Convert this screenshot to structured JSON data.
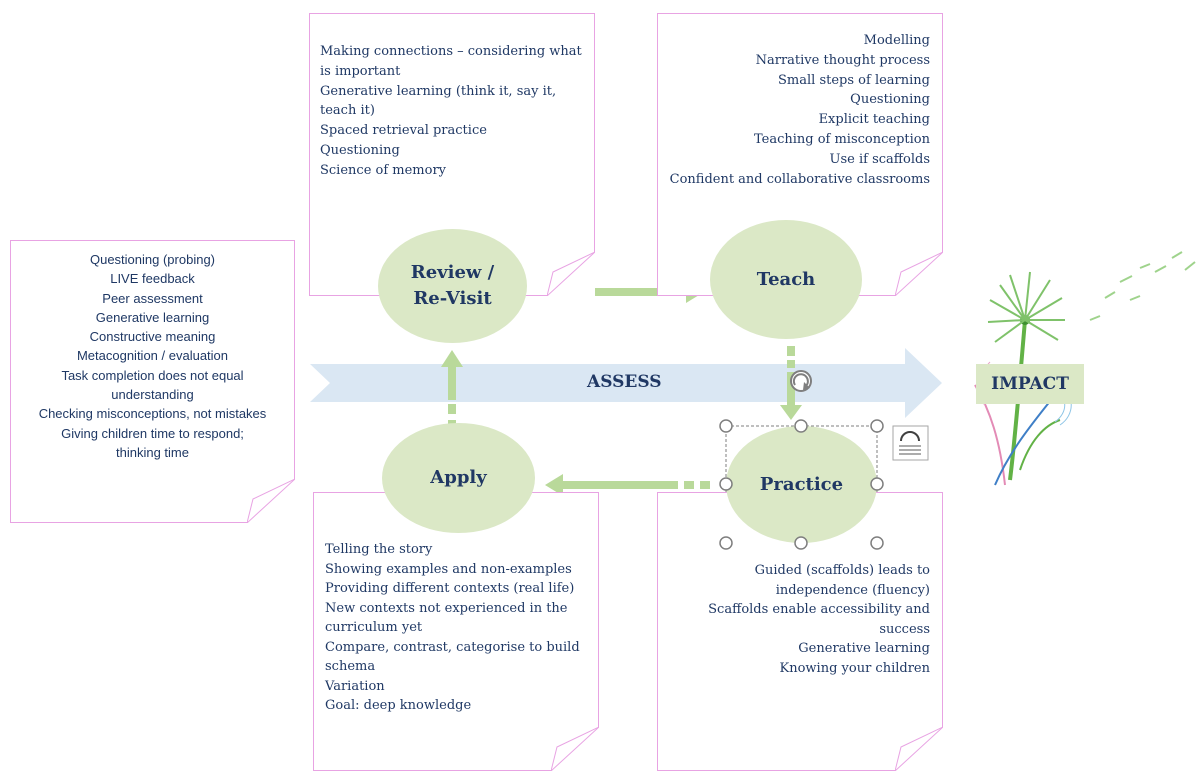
{
  "colors": {
    "note_border": "#e8a3e3",
    "ellipse_fill": "#dbe8c6",
    "arrow_green": "#b9d99a",
    "assess_arrow": "#dae7f3",
    "text_navy": "#1f3864"
  },
  "notes": {
    "left": {
      "lines": [
        "Questioning (probing)",
        "LIVE feedback",
        "Peer assessment",
        "Generative learning",
        "Constructive meaning",
        "Metacognition / evaluation",
        "Task completion does not equal",
        "understanding",
        "Checking misconceptions, not mistakes",
        "Giving children time to respond;",
        "thinking time"
      ]
    },
    "review": {
      "lines": [
        "Making connections – considering what",
        "is important",
        "Generative learning (think it, say it,",
        "teach it)",
        "Spaced retrieval practice",
        "Questioning",
        "Science of memory"
      ]
    },
    "teach": {
      "lines": [
        "Modelling",
        "Narrative thought process",
        "Small steps of learning",
        "Questioning",
        "Explicit teaching",
        "Teaching of misconception",
        "Use if scaffolds",
        "Confident and collaborative classrooms"
      ]
    },
    "apply": {
      "lines": [
        "Telling the story",
        "Showing examples and non-examples",
        "Providing different contexts (real life)",
        "New contexts not experienced in the",
        "curriculum yet",
        "Compare, contrast, categorise to build",
        "schema",
        "Variation",
        "Goal: deep knowledge"
      ]
    },
    "practice": {
      "lines": [
        "Guided (scaffolds) leads to",
        "independence (fluency)",
        "Scaffolds enable accessibility and",
        "success",
        "Generative learning",
        "Knowing your children"
      ]
    }
  },
  "stages": {
    "review": "Review /\nRe-Visit",
    "teach": "Teach",
    "practice": "Practice",
    "apply": "Apply"
  },
  "assess_label": "ASSESS",
  "impact_label": "IMPACT",
  "icons": [
    "rotate-handle-icon",
    "layout-options-icon",
    "dandelion-icon"
  ]
}
